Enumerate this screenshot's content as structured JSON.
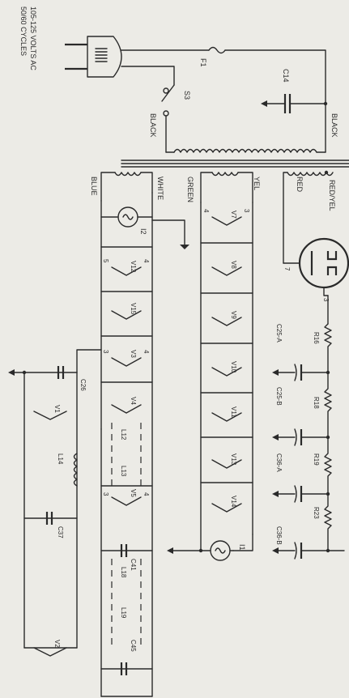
{
  "power": {
    "input_label": "105-125 VOLTS AC",
    "cycles_label": "50/60 CYCLES"
  },
  "labels": {
    "s3": "S3",
    "f1": "F1",
    "c14": "C14",
    "black": "BLACK",
    "blue": "BLUE",
    "white": "WHITE",
    "green": "GREEN",
    "yel": "YEL",
    "red": "RED",
    "red_yel": "RED/YEL",
    "pin_7": "7",
    "pin_3": "3",
    "r16": "R16",
    "r18": "R18",
    "r19": "R19",
    "r23": "R23",
    "c25a": "C25-A",
    "c25b": "C25-B",
    "c36a": "C36-A",
    "c36b": "C36-B",
    "i1": "I1",
    "i2": "I2",
    "l12": "L12",
    "l13": "L13",
    "l14": "L14",
    "l18": "L18",
    "l19": "L19",
    "c26": "C26",
    "c37": "C37",
    "c41": "C41",
    "c45": "C45"
  },
  "tubes": {
    "v1": "V1",
    "v2": "V2",
    "v3": "V3",
    "v4": "V4",
    "v5": "V5",
    "v7": "V7",
    "v8": "V8",
    "v9": "V9",
    "v10": "V10",
    "v11": "V11",
    "v12": "V12",
    "v13": "V13",
    "v14": "V14",
    "v15": "V15"
  },
  "pins": {
    "a": "4",
    "b": "3",
    "c": "5",
    "d": "4",
    "e": "3"
  }
}
